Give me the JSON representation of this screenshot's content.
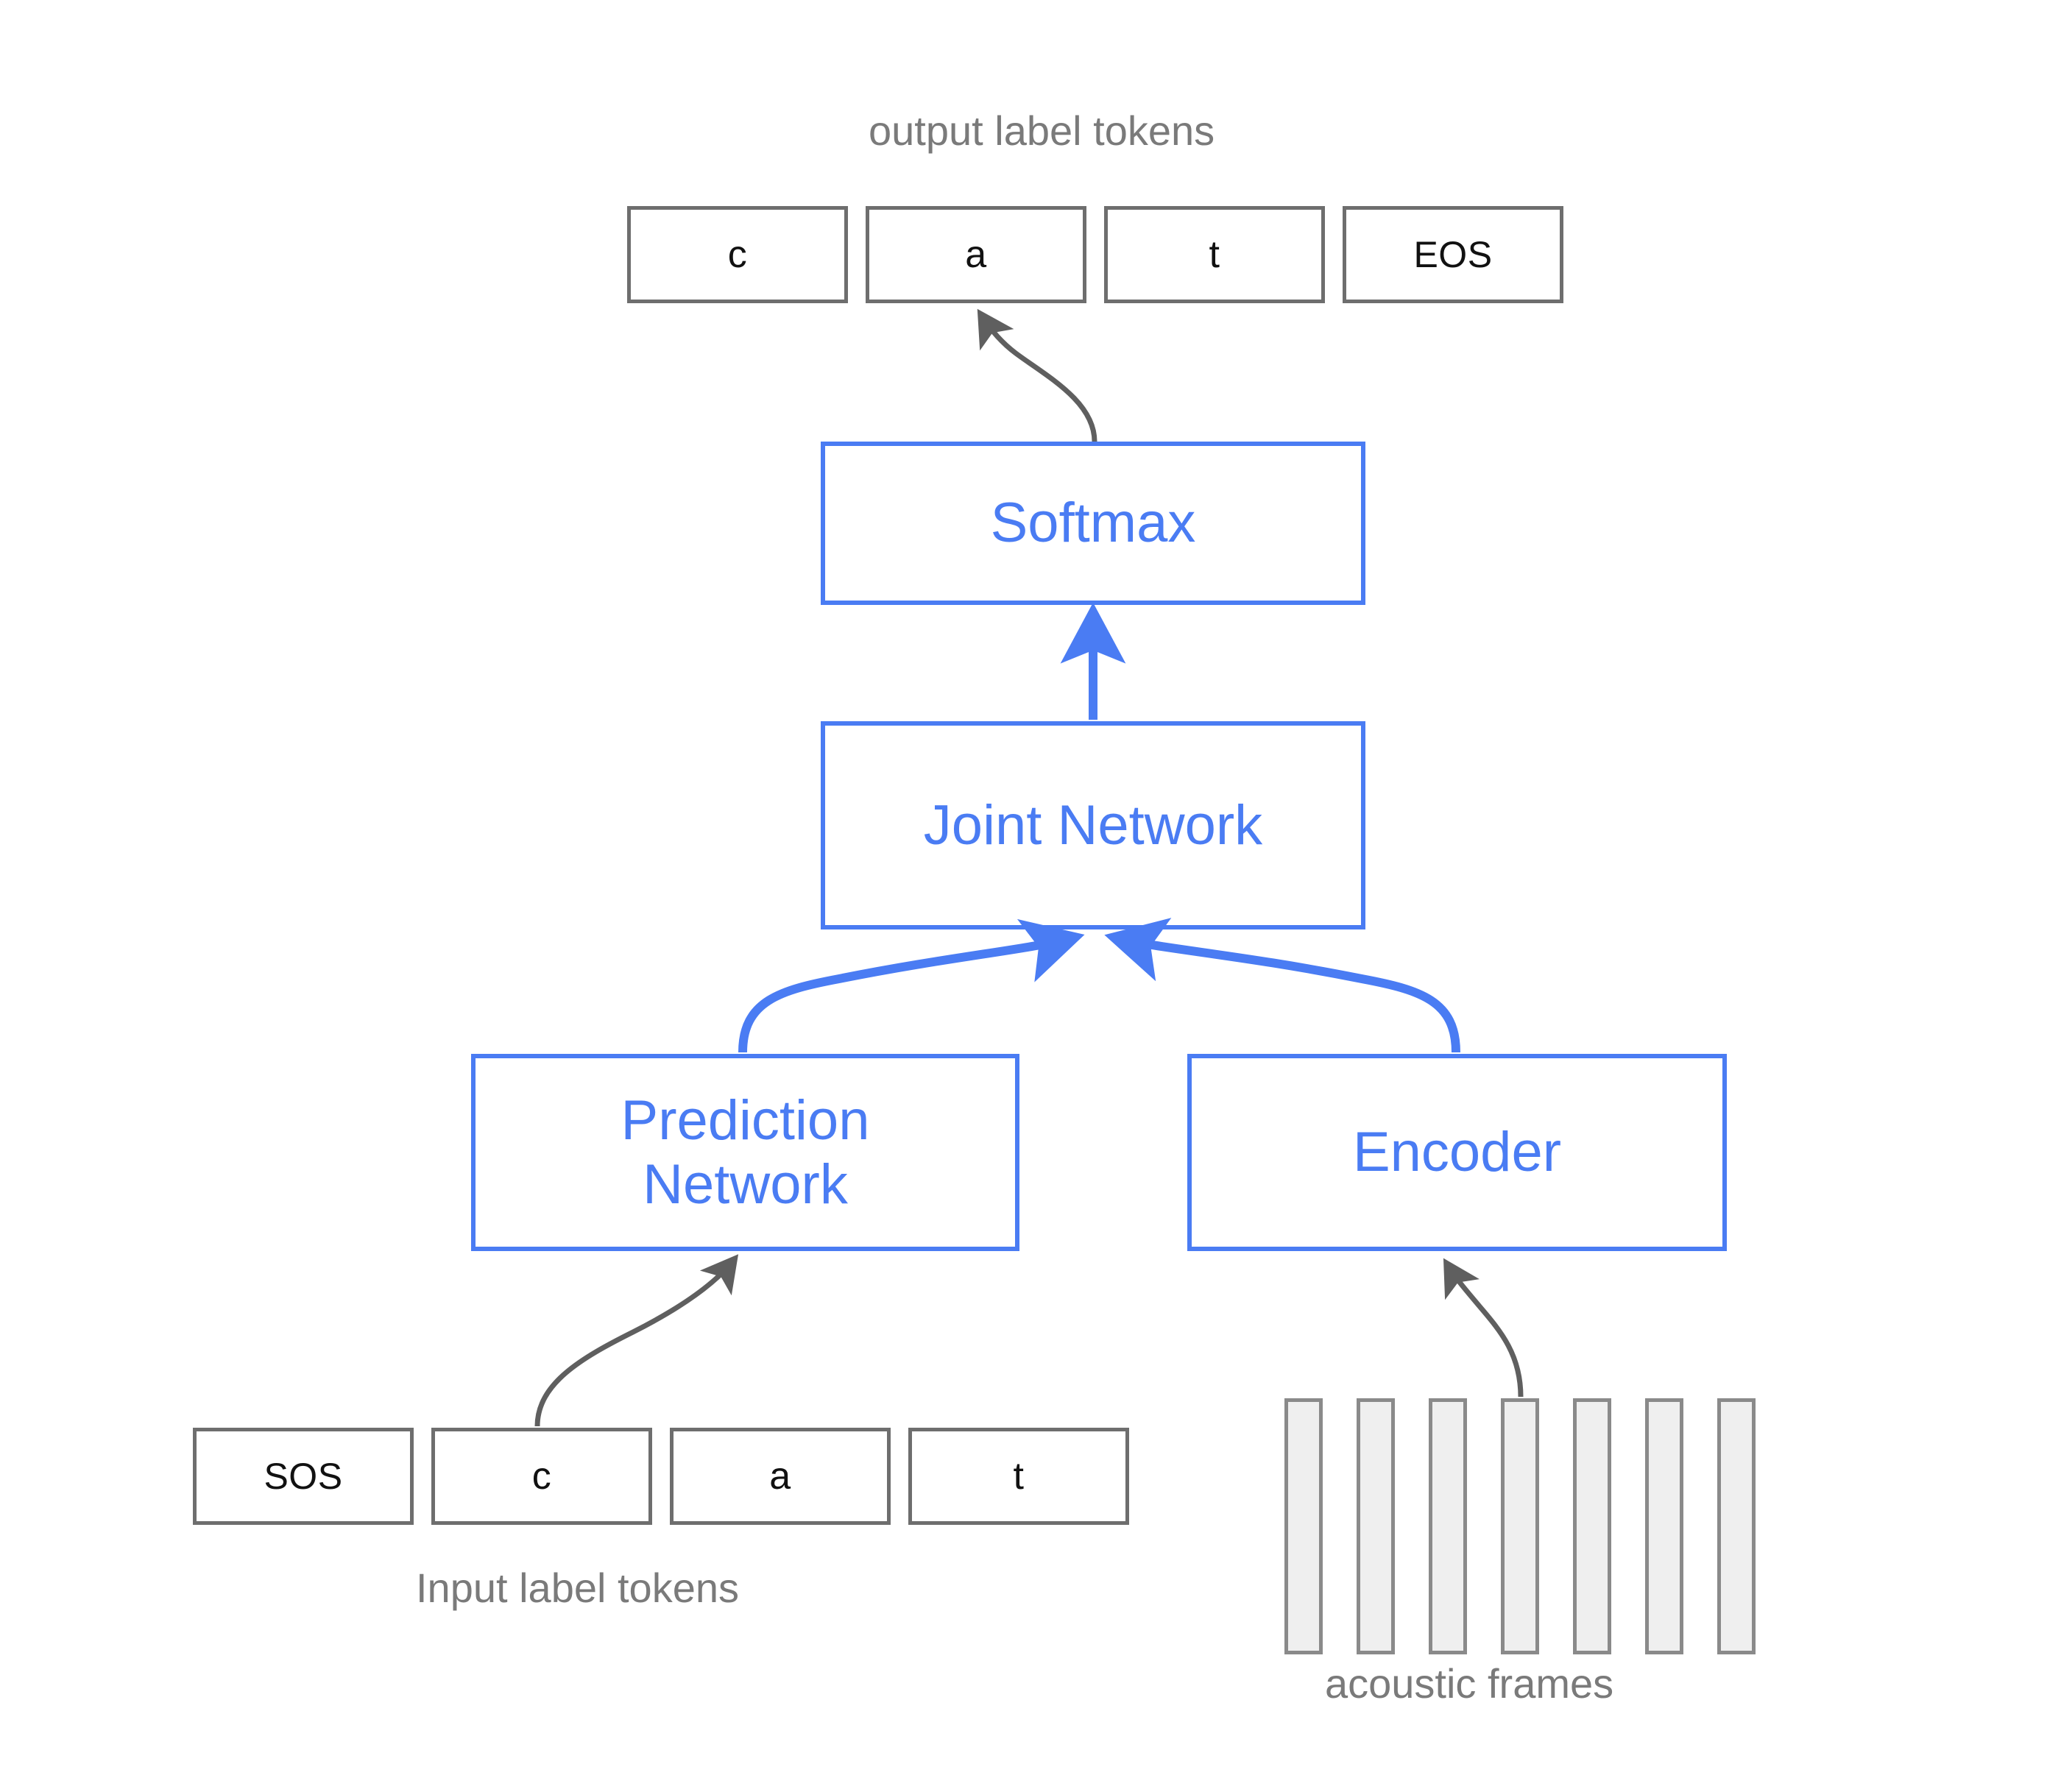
{
  "diagram": {
    "title": "RNN-Transducer architecture",
    "colors": {
      "accent_blue": "#4a7cf3",
      "box_gray": "#6e6e6e",
      "caption_gray": "#7a7a7a",
      "frame_fill": "#efefef",
      "frame_border": "#8a8a8a",
      "arrow_gray": "#5f5f5f",
      "background": "#ffffff"
    },
    "captions": {
      "output_label_tokens": "output label tokens",
      "input_label_tokens": "Input label tokens",
      "acoustic_frames": "acoustic frames"
    },
    "output_tokens": [
      {
        "label": "c"
      },
      {
        "label": "a"
      },
      {
        "label": "t"
      },
      {
        "label": "EOS"
      }
    ],
    "input_tokens": [
      {
        "label": "SOS"
      },
      {
        "label": "c"
      },
      {
        "label": "a"
      },
      {
        "label": "t"
      }
    ],
    "blocks": {
      "softmax": "Softmax",
      "joint_network": "Joint Network",
      "prediction_network_line1": "Prediction",
      "prediction_network_line2": "Network",
      "encoder": "Encoder"
    },
    "acoustic_frames": {
      "count": 7,
      "items": [
        {
          "index": 1
        },
        {
          "index": 2
        },
        {
          "index": 3
        },
        {
          "index": 4
        },
        {
          "index": 5
        },
        {
          "index": 6
        },
        {
          "index": 7
        }
      ]
    },
    "edges": [
      {
        "name": "softmax-to-output-a",
        "from": "Softmax",
        "to": "a",
        "style": "curved-gray-arrow"
      },
      {
        "name": "joint-to-softmax",
        "from": "Joint Network",
        "to": "Softmax",
        "style": "straight-blue-arrow"
      },
      {
        "name": "prediction-to-joint",
        "from": "Prediction Network",
        "to": "Joint Network",
        "style": "curved-blue-arrow"
      },
      {
        "name": "encoder-to-joint",
        "from": "Encoder",
        "to": "Joint Network",
        "style": "curved-blue-arrow"
      },
      {
        "name": "input-c-to-prediction",
        "from": "c",
        "to": "Prediction Network",
        "style": "curved-gray-arrow"
      },
      {
        "name": "frame-to-encoder",
        "from": "acoustic frame 4",
        "to": "Encoder",
        "style": "curved-gray-arrow"
      }
    ]
  }
}
